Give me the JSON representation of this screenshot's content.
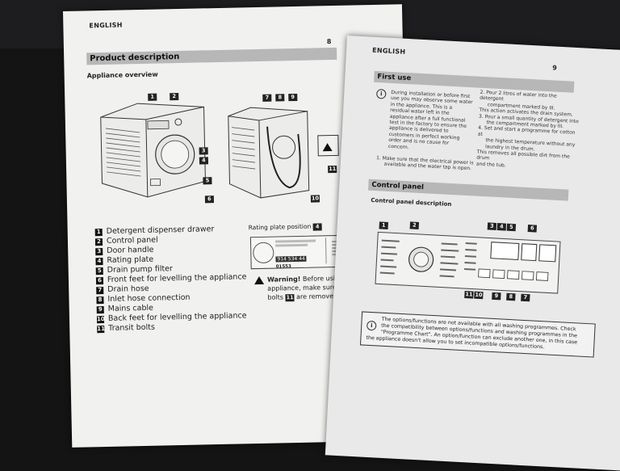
{
  "left_page": {
    "lang": "ENGLISH",
    "page_number": "8",
    "section_title": "Product description",
    "subtitle": "Appliance overview",
    "callouts_front": [
      "1",
      "2",
      "3",
      "4",
      "5",
      "6"
    ],
    "callouts_back": [
      "7",
      "8",
      "9",
      "10",
      "11"
    ],
    "legend": [
      {
        "num": "1",
        "text": "Detergent dispenser drawer"
      },
      {
        "num": "2",
        "text": "Control panel"
      },
      {
        "num": "3",
        "text": "Door handle"
      },
      {
        "num": "4",
        "text": "Rating plate"
      },
      {
        "num": "5",
        "text": "Drain pump filter"
      },
      {
        "num": "6",
        "text": "Front feet for levelling the appliance"
      },
      {
        "num": "7",
        "text": "Drain hose"
      },
      {
        "num": "8",
        "text": "Inlet hose connection"
      },
      {
        "num": "9",
        "text": "Mains cable"
      },
      {
        "num": "10",
        "text": "Back feet for levelling the appliance"
      },
      {
        "num": "11",
        "text": "Transit bolts"
      }
    ],
    "rating_plate_label": "Rating plate position",
    "rating_plate_num": "4",
    "rating_plate_code1": "914 534 44",
    "rating_plate_code2": "01553",
    "warning_bold": "Warning!",
    "warning_text1": "Before using the",
    "warning_text2": "appliance, make sure that transit",
    "warning_text3a": "bolts",
    "warning_num": "11",
    "warning_text3b": "are removed."
  },
  "right_page": {
    "lang": "ENGLISH",
    "page_number": "9",
    "section_first_use": "First use",
    "first_use_info": [
      "During installation or before first",
      "use you may observe some water",
      "in the appliance. This is a",
      "residual water left in the",
      "appliance after a full functional",
      "test in the factory to ensure the",
      "appliance is delivered to",
      "customers in perfect working",
      "order and is no cause for",
      "concern."
    ],
    "step1": [
      "1.  Make sure that the electrical power is",
      "available and the water tap is open."
    ],
    "step2": [
      "2.  Pour 2 litres of water into the detergent",
      "compartment marked by III.",
      "This action activates the drain system."
    ],
    "step3": [
      "3.  Pour a small quantity of detergent into",
      "the compartment marked by III."
    ],
    "step4": [
      "4.  Set and start a programme for cotton at",
      "the highest temperature without any",
      "laundry in the drum.",
      "This removes all possible dirt from the drum",
      "and the tub."
    ],
    "section_control": "Control panel",
    "control_subtitle": "Control panel description",
    "callouts_top": [
      "1",
      "2",
      "3",
      "4",
      "5",
      "6"
    ],
    "callouts_bottom": [
      "11",
      "10",
      "9",
      "8",
      "7"
    ],
    "note_lines": [
      "The options/functions are not available with all washing programmes. Check",
      "the compatibility between options/functions and washing programmes in the",
      "\"Programme Chart\". An option/function can exclude another one, in this case",
      "the appliance doesn't allow you to set incompatible options/functions."
    ]
  }
}
